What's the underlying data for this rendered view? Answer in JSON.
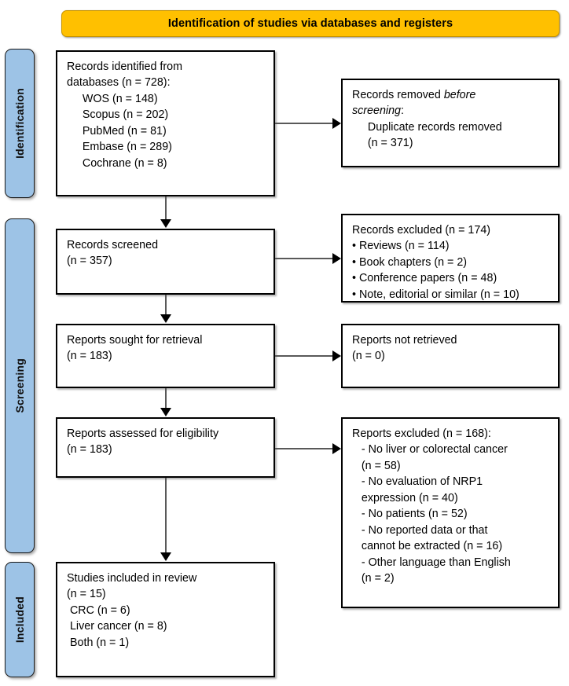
{
  "banner": {
    "title": "Identification of studies via databases and registers",
    "color": "#FFC000"
  },
  "phases": {
    "color": "#9DC3E6",
    "identification": "Identification",
    "screening": "Screening",
    "included": "Included"
  },
  "boxes": {
    "identified": "Records identified from\ndatabases (n = 728):\n     WOS (n = 148)\n     Scopus (n = 202)\n     PubMed (n = 81)\n     Embase (n = 289)\n     Cochrane (n = 8)",
    "removed_prefix": "Records removed ",
    "removed_italic_1": "before",
    "removed_mid": "\n",
    "removed_italic_2": "screening",
    "removed_suffix": ":\n     Duplicate records removed\n     (n = 371)",
    "screened": "Records screened\n(n = 357)",
    "excluded_screening": "Records excluded (n = 174)\n• Reviews (n = 114)\n• Book chapters (n = 2)\n• Conference papers (n = 48)\n• Note, editorial or similar (n = 10)",
    "sought": "Reports sought for retrieval\n(n = 183)",
    "not_retrieved": "Reports not retrieved\n(n = 0)",
    "assessed": "Reports assessed for eligibility\n(n = 183)",
    "excluded_eligibility": "Reports excluded (n = 168):\n   - No liver or colorectal cancer\n   (n = 58)\n   - No evaluation of NRP1\n   expression (n = 40)\n   - No patients (n = 52)\n   - No reported data or that\n   cannot be extracted (n = 16)\n   - Other language than English\n   (n = 2)",
    "included": "Studies included in review\n(n = 15)\n CRC (n = 6)\n Liver cancer (n = 8)\n Both (n = 1)"
  },
  "chart_data": {
    "type": "diagram",
    "title": "Identification of studies via databases and registers",
    "nodes": [
      {
        "id": "identified",
        "phase": "Identification",
        "label": "Records identified from databases",
        "n": 728,
        "breakdown": [
          {
            "source": "WOS",
            "n": 148
          },
          {
            "source": "Scopus",
            "n": 202
          },
          {
            "source": "PubMed",
            "n": 81
          },
          {
            "source": "Embase",
            "n": 289
          },
          {
            "source": "Cochrane",
            "n": 8
          }
        ]
      },
      {
        "id": "removed",
        "phase": "Identification",
        "label": "Records removed before screening: Duplicate records removed",
        "n": 371
      },
      {
        "id": "screened",
        "phase": "Screening",
        "label": "Records screened",
        "n": 357
      },
      {
        "id": "excluded_screening",
        "phase": "Screening",
        "label": "Records excluded",
        "n": 174,
        "breakdown": [
          {
            "reason": "Reviews",
            "n": 114
          },
          {
            "reason": "Book chapters",
            "n": 2
          },
          {
            "reason": "Conference papers",
            "n": 48
          },
          {
            "reason": "Note, editorial or similar",
            "n": 10
          }
        ]
      },
      {
        "id": "sought",
        "phase": "Screening",
        "label": "Reports sought for retrieval",
        "n": 183
      },
      {
        "id": "not_retrieved",
        "phase": "Screening",
        "label": "Reports not retrieved",
        "n": 0
      },
      {
        "id": "assessed",
        "phase": "Screening",
        "label": "Reports assessed for eligibility",
        "n": 183
      },
      {
        "id": "excluded_eligibility",
        "phase": "Screening",
        "label": "Reports excluded",
        "n": 168,
        "breakdown": [
          {
            "reason": "No liver or colorectal cancer",
            "n": 58
          },
          {
            "reason": "No evaluation of NRP1 expression",
            "n": 40
          },
          {
            "reason": "No patients",
            "n": 52
          },
          {
            "reason": "No reported data or that cannot be extracted",
            "n": 16
          },
          {
            "reason": "Other language than English",
            "n": 2
          }
        ]
      },
      {
        "id": "included",
        "phase": "Included",
        "label": "Studies included in review",
        "n": 15,
        "breakdown": [
          {
            "group": "CRC",
            "n": 6
          },
          {
            "group": "Liver cancer",
            "n": 8
          },
          {
            "group": "Both",
            "n": 1
          }
        ]
      }
    ],
    "edges": [
      {
        "from": "identified",
        "to": "removed",
        "direction": "right"
      },
      {
        "from": "identified",
        "to": "screened",
        "direction": "down"
      },
      {
        "from": "screened",
        "to": "excluded_screening",
        "direction": "right"
      },
      {
        "from": "screened",
        "to": "sought",
        "direction": "down"
      },
      {
        "from": "sought",
        "to": "not_retrieved",
        "direction": "right"
      },
      {
        "from": "sought",
        "to": "assessed",
        "direction": "down"
      },
      {
        "from": "assessed",
        "to": "excluded_eligibility",
        "direction": "right"
      },
      {
        "from": "assessed",
        "to": "included",
        "direction": "down"
      }
    ]
  }
}
